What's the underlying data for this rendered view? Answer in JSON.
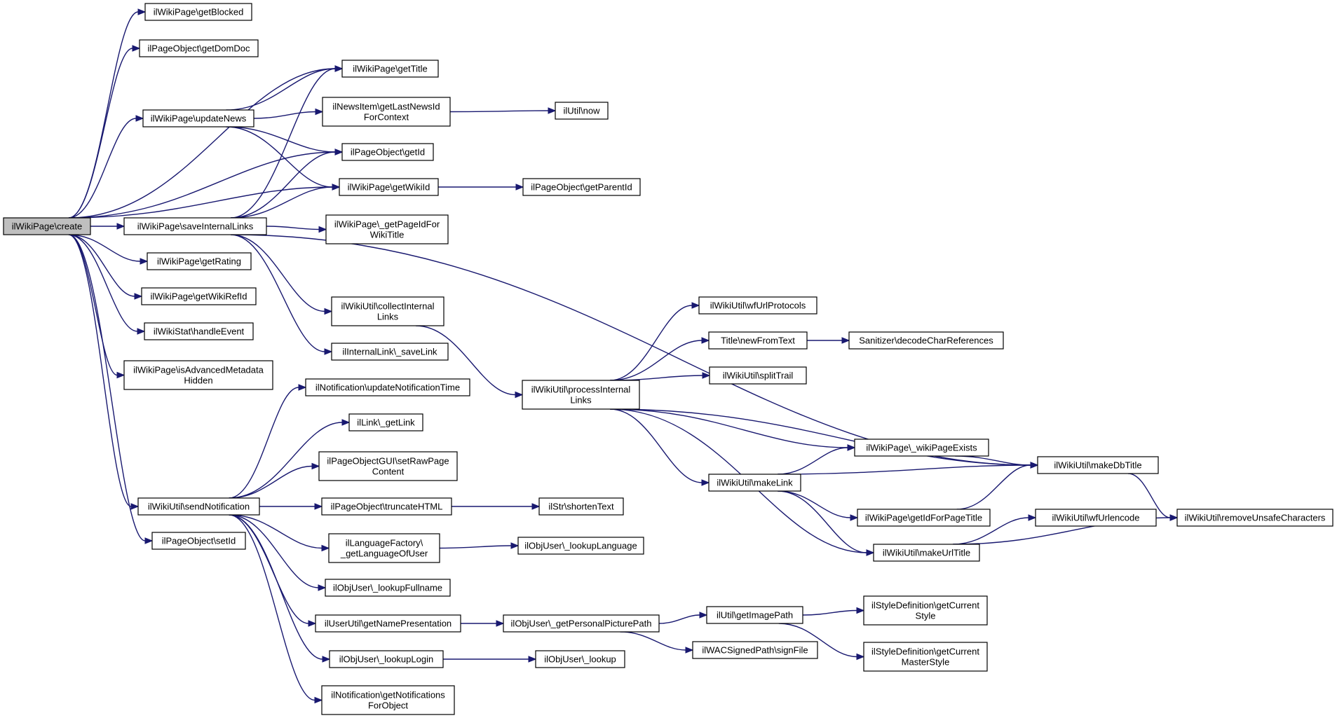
{
  "nodes": [
    {
      "id": "create",
      "lines": [
        "ilWikiPage\\create"
      ],
      "root": true
    },
    {
      "id": "getBlocked",
      "lines": [
        "ilWikiPage\\getBlocked"
      ]
    },
    {
      "id": "getDomDoc",
      "lines": [
        "ilPageObject\\getDomDoc"
      ]
    },
    {
      "id": "getTitle",
      "lines": [
        "ilWikiPage\\getTitle"
      ]
    },
    {
      "id": "updateNews",
      "lines": [
        "ilWikiPage\\updateNews"
      ]
    },
    {
      "id": "getLastNewsId",
      "lines": [
        "ilNewsItem\\getLastNewsId",
        "ForContext"
      ]
    },
    {
      "id": "utilNow",
      "lines": [
        "ilUtil\\now"
      ]
    },
    {
      "id": "getId",
      "lines": [
        "ilPageObject\\getId"
      ]
    },
    {
      "id": "getWikiId",
      "lines": [
        "ilWikiPage\\getWikiId"
      ]
    },
    {
      "id": "getParentId",
      "lines": [
        "ilPageObject\\getParentId"
      ]
    },
    {
      "id": "saveInternalLinks",
      "lines": [
        "ilWikiPage\\saveInternalLinks"
      ]
    },
    {
      "id": "getPageIdForWikiTitle",
      "lines": [
        "ilWikiPage\\_getPageIdFor",
        "WikiTitle"
      ]
    },
    {
      "id": "getRating",
      "lines": [
        "ilWikiPage\\getRating"
      ]
    },
    {
      "id": "getWikiRefId",
      "lines": [
        "ilWikiPage\\getWikiRefId"
      ]
    },
    {
      "id": "handleEvent",
      "lines": [
        "ilWikiStat\\handleEvent"
      ]
    },
    {
      "id": "isAdvMeta",
      "lines": [
        "ilWikiPage\\isAdvancedMetadata",
        "Hidden"
      ]
    },
    {
      "id": "collectInternalLinks",
      "lines": [
        "ilWikiUtil\\collectInternal",
        "Links"
      ]
    },
    {
      "id": "saveLink",
      "lines": [
        "ilInternalLink\\_saveLink"
      ]
    },
    {
      "id": "processInternalLinks",
      "lines": [
        "ilWikiUtil\\processInternal",
        "Links"
      ]
    },
    {
      "id": "wfUrlProtocols",
      "lines": [
        "ilWikiUtil\\wfUrlProtocols"
      ]
    },
    {
      "id": "newFromText",
      "lines": [
        "Title\\newFromText"
      ]
    },
    {
      "id": "decodeCharRefs",
      "lines": [
        "Sanitizer\\decodeCharReferences"
      ]
    },
    {
      "id": "splitTrail",
      "lines": [
        "ilWikiUtil\\splitTrail"
      ]
    },
    {
      "id": "wikiPageExists",
      "lines": [
        "ilWikiPage\\_wikiPageExists"
      ]
    },
    {
      "id": "makeDbTitle",
      "lines": [
        "ilWikiUtil\\makeDbTitle"
      ]
    },
    {
      "id": "makeLink",
      "lines": [
        "ilWikiUtil\\makeLink"
      ]
    },
    {
      "id": "getIdForPageTitle",
      "lines": [
        "ilWikiPage\\getIdForPageTitle"
      ]
    },
    {
      "id": "wfUrlencode",
      "lines": [
        "ilWikiUtil\\wfUrlencode"
      ]
    },
    {
      "id": "removeUnsafe",
      "lines": [
        "ilWikiUtil\\removeUnsafeCharacters"
      ]
    },
    {
      "id": "makeUrlTitle",
      "lines": [
        "ilWikiUtil\\makeUrlTitle"
      ]
    },
    {
      "id": "updateNotificationTime",
      "lines": [
        "ilNotification\\updateNotificationTime"
      ]
    },
    {
      "id": "getLink",
      "lines": [
        "ilLink\\_getLink"
      ]
    },
    {
      "id": "setRawPageContent",
      "lines": [
        "ilPageObjectGUI\\setRawPage",
        "Content"
      ]
    },
    {
      "id": "sendNotification",
      "lines": [
        "ilWikiUtil\\sendNotification"
      ]
    },
    {
      "id": "truncateHTML",
      "lines": [
        "ilPageObject\\truncateHTML"
      ]
    },
    {
      "id": "shortenText",
      "lines": [
        "ilStr\\shortenText"
      ]
    },
    {
      "id": "setId",
      "lines": [
        "ilPageObject\\setId"
      ]
    },
    {
      "id": "getLanguageOfUser",
      "lines": [
        "ilLanguageFactory\\",
        "_getLanguageOfUser"
      ]
    },
    {
      "id": "lookupLanguage",
      "lines": [
        "ilObjUser\\_lookupLanguage"
      ]
    },
    {
      "id": "lookupFullname",
      "lines": [
        "ilObjUser\\_lookupFullname"
      ]
    },
    {
      "id": "getNamePresentation",
      "lines": [
        "ilUserUtil\\getNamePresentation"
      ]
    },
    {
      "id": "getPersonalPicturePath",
      "lines": [
        "ilObjUser\\_getPersonalPicturePath"
      ]
    },
    {
      "id": "getImagePath",
      "lines": [
        "ilUtil\\getImagePath"
      ]
    },
    {
      "id": "getCurrentStyle",
      "lines": [
        "ilStyleDefinition\\getCurrent",
        "Style"
      ]
    },
    {
      "id": "signFile",
      "lines": [
        "ilWACSignedPath\\signFile"
      ]
    },
    {
      "id": "getCurrentMasterStyle",
      "lines": [
        "ilStyleDefinition\\getCurrent",
        "MasterStyle"
      ]
    },
    {
      "id": "lookupLogin",
      "lines": [
        "ilObjUser\\_lookupLogin"
      ]
    },
    {
      "id": "lookup",
      "lines": [
        "ilObjUser\\_lookup"
      ]
    },
    {
      "id": "getNotificationsForObject",
      "lines": [
        "ilNotification\\getNotifications",
        "ForObject"
      ]
    }
  ],
  "edges": [
    [
      "create",
      "getBlocked"
    ],
    [
      "create",
      "getDomDoc"
    ],
    [
      "create",
      "getTitle"
    ],
    [
      "create",
      "updateNews"
    ],
    [
      "create",
      "getId"
    ],
    [
      "create",
      "getWikiId"
    ],
    [
      "create",
      "saveInternalLinks"
    ],
    [
      "create",
      "getRating"
    ],
    [
      "create",
      "getWikiRefId"
    ],
    [
      "create",
      "handleEvent"
    ],
    [
      "create",
      "isAdvMeta"
    ],
    [
      "create",
      "sendNotification"
    ],
    [
      "create",
      "setId"
    ],
    [
      "updateNews",
      "getTitle"
    ],
    [
      "updateNews",
      "getLastNewsId"
    ],
    [
      "updateNews",
      "getId"
    ],
    [
      "updateNews",
      "getWikiId"
    ],
    [
      "getLastNewsId",
      "utilNow"
    ],
    [
      "getWikiId",
      "getParentId"
    ],
    [
      "saveInternalLinks",
      "getTitle"
    ],
    [
      "saveInternalLinks",
      "getId"
    ],
    [
      "saveInternalLinks",
      "getWikiId"
    ],
    [
      "saveInternalLinks",
      "getPageIdForWikiTitle"
    ],
    [
      "saveInternalLinks",
      "makeDbTitle"
    ],
    [
      "saveInternalLinks",
      "collectInternalLinks"
    ],
    [
      "saveInternalLinks",
      "saveLink"
    ],
    [
      "collectInternalLinks",
      "processInternalLinks"
    ],
    [
      "processInternalLinks",
      "wfUrlProtocols"
    ],
    [
      "processInternalLinks",
      "newFromText"
    ],
    [
      "processInternalLinks",
      "splitTrail"
    ],
    [
      "processInternalLinks",
      "makeDbTitle"
    ],
    [
      "processInternalLinks",
      "wikiPageExists"
    ],
    [
      "processInternalLinks",
      "makeLink"
    ],
    [
      "processInternalLinks",
      "makeUrlTitle"
    ],
    [
      "newFromText",
      "decodeCharRefs"
    ],
    [
      "makeLink",
      "wikiPageExists"
    ],
    [
      "makeLink",
      "makeDbTitle"
    ],
    [
      "makeLink",
      "getIdForPageTitle"
    ],
    [
      "makeLink",
      "makeUrlTitle"
    ],
    [
      "wikiPageExists",
      "makeDbTitle"
    ],
    [
      "getIdForPageTitle",
      "makeDbTitle"
    ],
    [
      "makeDbTitle",
      "removeUnsafe"
    ],
    [
      "makeUrlTitle",
      "wfUrlencode"
    ],
    [
      "makeUrlTitle",
      "removeUnsafe"
    ],
    [
      "sendNotification",
      "updateNotificationTime"
    ],
    [
      "sendNotification",
      "getLink"
    ],
    [
      "sendNotification",
      "setRawPageContent"
    ],
    [
      "sendNotification",
      "truncateHTML"
    ],
    [
      "sendNotification",
      "getLanguageOfUser"
    ],
    [
      "sendNotification",
      "lookupFullname"
    ],
    [
      "sendNotification",
      "getNamePresentation"
    ],
    [
      "sendNotification",
      "lookupLogin"
    ],
    [
      "sendNotification",
      "getNotificationsForObject"
    ],
    [
      "truncateHTML",
      "shortenText"
    ],
    [
      "getLanguageOfUser",
      "lookupLanguage"
    ],
    [
      "getNamePresentation",
      "getPersonalPicturePath"
    ],
    [
      "getPersonalPicturePath",
      "getImagePath"
    ],
    [
      "getPersonalPicturePath",
      "signFile"
    ],
    [
      "getImagePath",
      "getCurrentStyle"
    ],
    [
      "getImagePath",
      "getCurrentMasterStyle"
    ],
    [
      "lookupLogin",
      "lookup"
    ]
  ],
  "colors": {
    "edge": "#191970",
    "root_fill": "#bfbfbf",
    "node_border": "#000000"
  }
}
